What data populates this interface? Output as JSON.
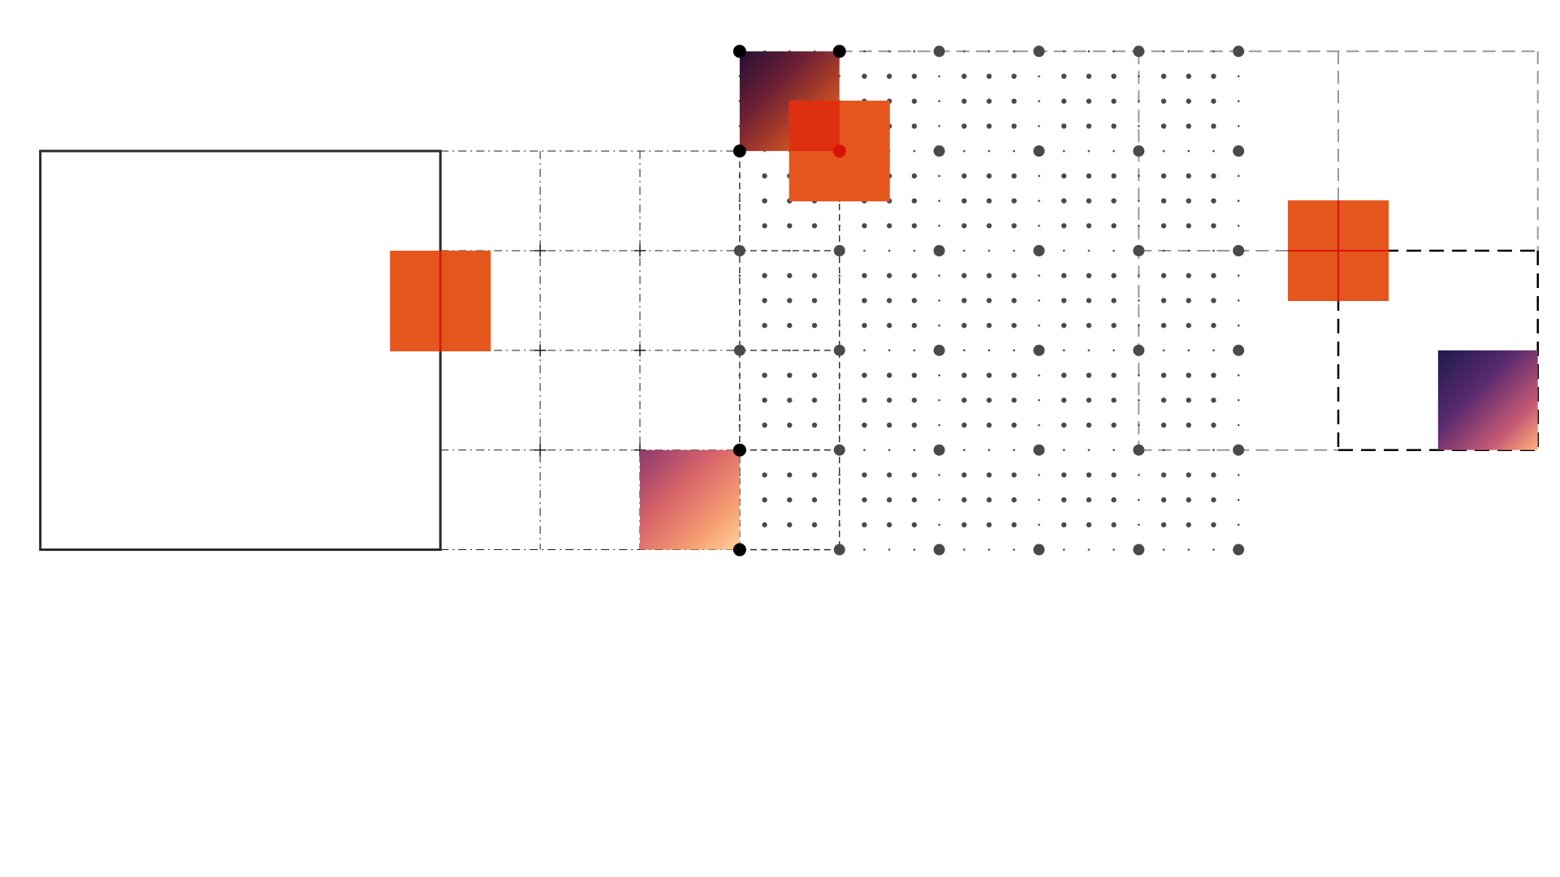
{
  "colors": {
    "background": "#ffffff",
    "frame": "#2b2b2b",
    "grid_dark": "#1a1a1a",
    "grid_gray": "#999999",
    "dot": "#4a4a4a",
    "node_black": "#000000",
    "orange_block": "#e4561c",
    "red_accent": "#d8130a"
  },
  "blocks": [
    {
      "name": "orange-square-left",
      "color": "#e4561c"
    },
    {
      "name": "orange-square-top",
      "color": "#e4561c"
    },
    {
      "name": "orange-square-right",
      "color": "#e4561c"
    }
  ],
  "images": [
    {
      "name": "texture-tile-top",
      "palette": [
        "#231036",
        "#6e1f34",
        "#c04a25",
        "#f08a3c"
      ]
    },
    {
      "name": "fireworks-tile-bottom",
      "palette": [
        "#8e3a6d",
        "#d9656a",
        "#f6a072",
        "#ffd1a0"
      ]
    },
    {
      "name": "fireworks-tile-right",
      "palette": [
        "#1d1b4e",
        "#5b2a6e",
        "#c65a74",
        "#ffb27a"
      ]
    }
  ]
}
